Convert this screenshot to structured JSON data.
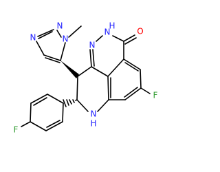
{
  "molecule": {
    "atoms": {
      "n_triazole_1": "N",
      "n_triazole_2": "N",
      "n_triazole_methyl": "N",
      "n_pyridazinone_1": "N",
      "nh_pyridazinone": "N",
      "h_pyridazinone": "H",
      "o_carbonyl": "O",
      "f_quinoline": "F",
      "nh_amine": "N",
      "h_amine": "H",
      "f_phenyl": "F"
    },
    "colors": {
      "nitrogen": "#2020ff",
      "oxygen": "#ff0000",
      "fluorine": "#2e9a2e",
      "carbon": "#000000"
    }
  }
}
